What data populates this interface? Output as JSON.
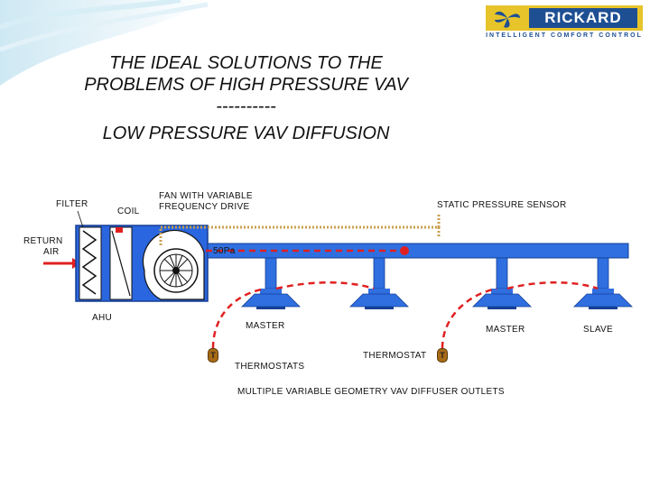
{
  "brand": {
    "name": "RICKARD",
    "tagline": "INTELLIGENT COMFORT CONTROL"
  },
  "title": {
    "line1": "THE IDEAL SOLUTIONS TO THE",
    "line2": "PROBLEMS OF HIGH PRESSURE VAV",
    "line3": "----------",
    "line4": "LOW PRESSURE VAV DIFFUSION"
  },
  "labels": {
    "filter": "FILTER",
    "coil": "COIL",
    "fan_line1": "FAN WITH VARIABLE",
    "fan_line2": "FREQUENCY DRIVE",
    "static_sensor": "STATIC PRESSURE SENSOR",
    "return_air_line1": "RETURN",
    "return_air_line2": "AIR",
    "pressure": "50Pa",
    "ahu": "AHU",
    "master_1": "MASTER",
    "master_2": "MASTER",
    "slave": "SLAVE",
    "thermostats": "THERMOSTATS",
    "thermostat": "THERMOSTAT",
    "thermostat_symbol": "T",
    "outlets": "MULTIPLE VARIABLE GEOMETRY VAV DIFFUSER OUTLETS"
  },
  "colors": {
    "duct": "#2f6fe0",
    "ahu": "#2a66df",
    "control_wire": "#e02020",
    "sensor_wire": "#c8a050",
    "thermostat": "#a86a16",
    "brand_yellow": "#e7c42a",
    "brand_blue": "#1e4f93"
  }
}
